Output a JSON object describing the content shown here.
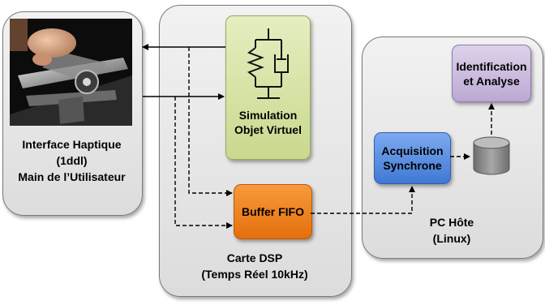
{
  "haptic": {
    "line1": "Interface Haptique",
    "line2": "(1ddl)",
    "line3": "Main de l’Utilisateur"
  },
  "dsp": {
    "line1": "Carte DSP",
    "line2": "(Temps Réel 10kHz)"
  },
  "simulation": {
    "line1": "Simulation",
    "line2": "Objet Virtuel"
  },
  "buffer": {
    "label": "Buffer FIFO"
  },
  "host": {
    "line1": "PC Hôte",
    "line2": "(Linux)"
  },
  "acquisition": {
    "line1": "Acquisition",
    "line2": "Synchrone"
  },
  "identification": {
    "line1": "Identification",
    "line2": "et Analyse"
  },
  "colors": {
    "panel": "#e3e3e3",
    "simulation": "#d7e4a4",
    "buffer": "#f07f1a",
    "acquisition": "#5a8fe0",
    "identification": "#c8b8dc",
    "database": "#8a8a8a"
  }
}
